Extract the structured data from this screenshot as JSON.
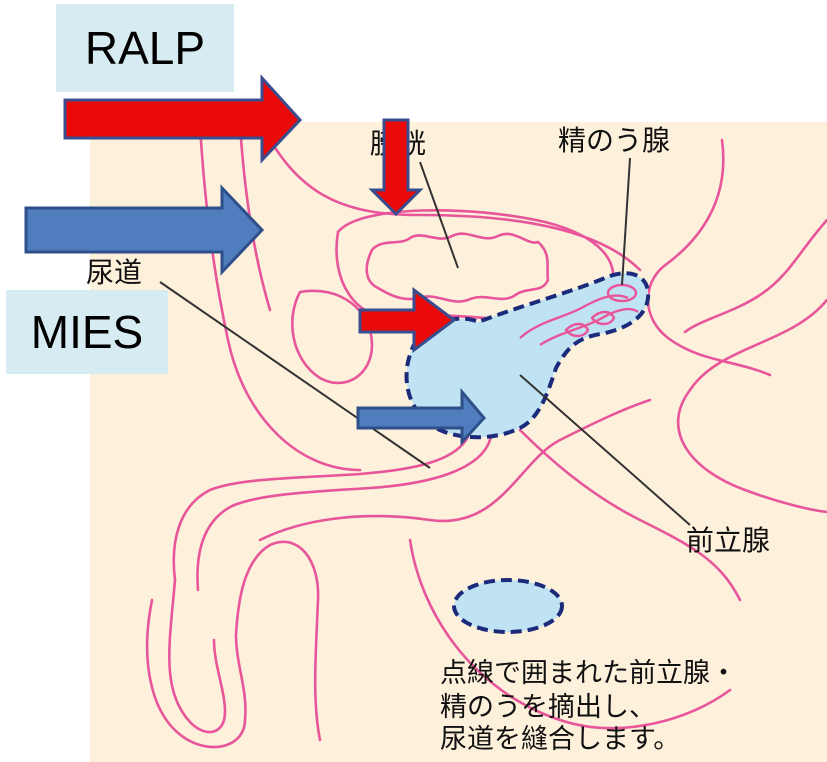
{
  "tags": {
    "ralp": "RALP",
    "mies": "MIES"
  },
  "labels": {
    "bladder": "膀胱",
    "seminal_vesicle": "精のう腺",
    "urethra": "尿道",
    "prostate": "前立腺"
  },
  "legend": {
    "line1": "点線で囲まれた前立腺・",
    "line2": "精のうを摘出し、",
    "line3": "尿道を縫合します。"
  },
  "colors": {
    "background": "#fdf1dc",
    "anatomy_line": "#e8559a",
    "excised_fill": "#bfe3f2",
    "excised_outline": "#1b2a7a",
    "ralp_arrow": "#ea0a0a",
    "mies_arrow": "#4f7dbd",
    "tag_background": "#d7ecf2"
  }
}
